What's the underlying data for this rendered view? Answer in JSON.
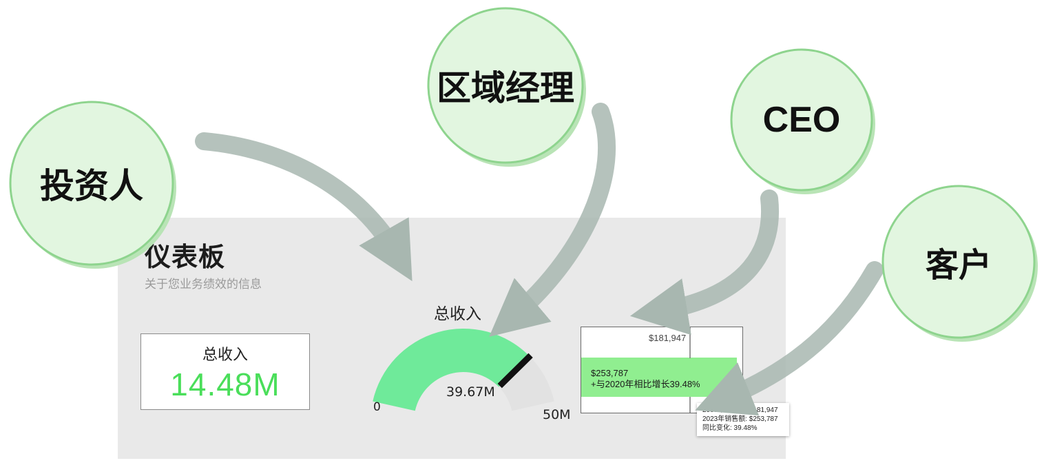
{
  "colors": {
    "bubble_fill": "#e2f6e0",
    "bubble_border": "#8ed48e",
    "arrow": "#a8b7b0",
    "accent_green": "#4ade5a",
    "gauge_fill": "#6fea9a",
    "gauge_track": "#e2e2e2",
    "bar_fill": "#90ee90"
  },
  "audiences": [
    {
      "label": "投资人"
    },
    {
      "label": "区域经理"
    },
    {
      "label": "CEO"
    },
    {
      "label": "客户"
    }
  ],
  "dashboard": {
    "title": "仪表板",
    "subtitle": "关于您业务绩效的信息",
    "kpi": {
      "label": "总收入",
      "value": "14.48M"
    },
    "gauge": {
      "label": "总收入",
      "value": 39.67,
      "value_text": "39.67M",
      "min": 0,
      "max": 50,
      "min_text": "0",
      "max_text": "50M"
    },
    "bar": {
      "max_value": 253787,
      "prev_value": 181947,
      "prev_label": "$181,947",
      "current_label": "$253,787",
      "growth_label": "+与2020年相比增长39.48%"
    },
    "tooltip": {
      "line1": "2039年销售额: $181,947",
      "line2": "2023年销售额: $253,787",
      "line3": "同比变化: 39.48%"
    }
  }
}
